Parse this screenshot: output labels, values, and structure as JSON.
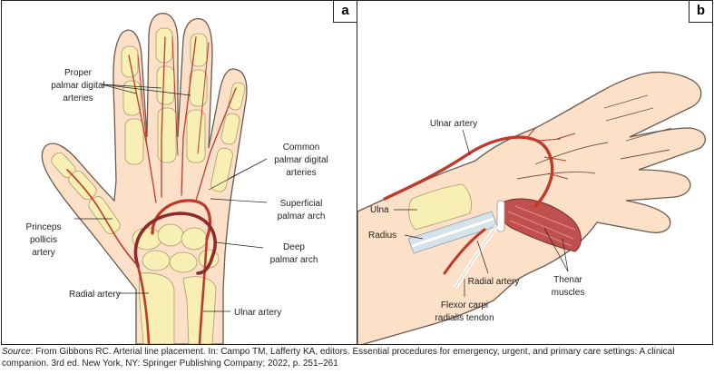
{
  "panel_a": {
    "letter": "a",
    "labels": {
      "proper_1": "Proper",
      "proper_2": "palmar digital",
      "proper_3": "arteries",
      "common_1": "Common",
      "common_2": "palmar digital",
      "common_3": "arteries",
      "superficial_1": "Superficial",
      "superficial_2": "palmar arch",
      "princeps_1": "Princeps",
      "princeps_2": "pollicis",
      "princeps_3": "artery",
      "deep_1": "Deep",
      "deep_2": "palmar arch",
      "radial": "Radial artery",
      "ulnar": "Ulnar artery"
    }
  },
  "panel_b": {
    "letter": "b",
    "labels": {
      "ulnar_artery": "Ulnar artery",
      "ulna": "Ulna",
      "radius": "Radius",
      "radial_artery": "Radial artery",
      "thenar_1": "Thenar",
      "thenar_2": "muscles",
      "flexor_1": "Flexor carpi",
      "flexor_2": "radialis tendon"
    }
  },
  "caption": {
    "source_label": "Source",
    "text": ": From Gibbons RC. Arterial line placement. In: Campo TM, Lafferty KA, editors. Essential procedures for emergency, urgent, and primary care settings: A clinical companion. 3rd ed. New York, NY: Springer Publishing Company; 2022, p. 251–261"
  },
  "colors": {
    "skin": "#fde0c8",
    "skin_outline": "#6b5a4e",
    "bone": "#f7efb4",
    "artery": "#c0392b",
    "deep_artery": "#8e2a2a",
    "muscle": "#c0504d",
    "tendon": "#ffffff",
    "radius_bone": "#d6e2ea"
  }
}
